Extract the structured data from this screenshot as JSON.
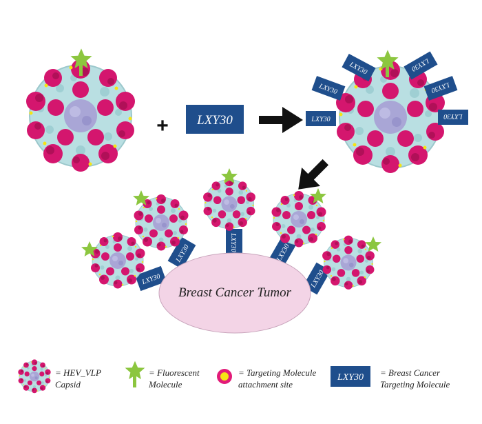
{
  "diagram": {
    "plus_symbol": "+",
    "ligand_label": "LXY30",
    "tumor_label": "Breast Cancer Tumor"
  },
  "legend": {
    "capsid": {
      "line1": "= HEV_VLP",
      "line2": "Capsid"
    },
    "fluor": {
      "line1": "= Fluorescent",
      "line2": "Molecule"
    },
    "site": {
      "line1": "= Targeting Molecule",
      "line2": "attachment site"
    },
    "ligand": {
      "box": "LXY30",
      "line1": "= Breast Cancer",
      "line2": "Targeting Molecule"
    }
  },
  "colors": {
    "capsid_protrusion": "#d4166e",
    "capsid_shell": "#b9dfe2",
    "capsid_core": "#a9a6d6",
    "star": "#8cc63f",
    "ligand_box": "#1f4e8c",
    "tumor": "#f3d4e6",
    "attachment_ring": "#e21b79",
    "attachment_core": "#f5e415"
  }
}
